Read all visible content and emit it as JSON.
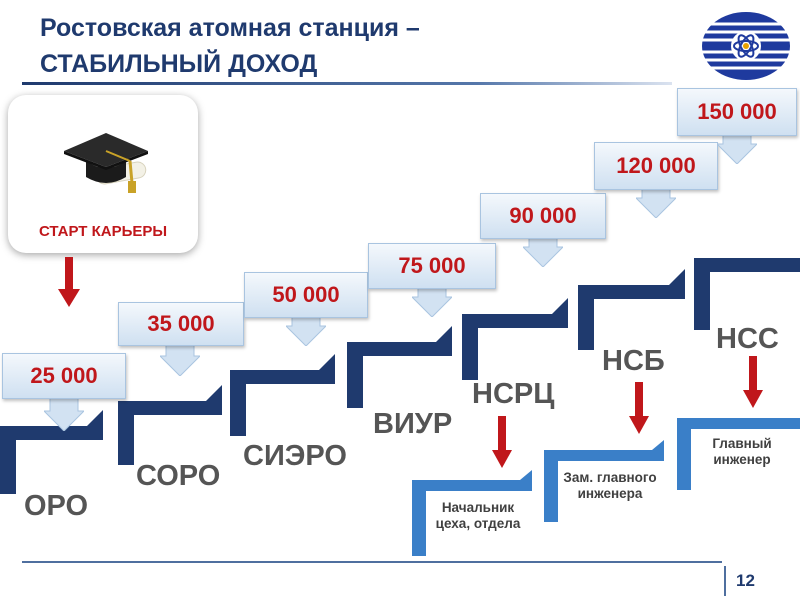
{
  "title": {
    "line1": "Ростовская атомная станция –",
    "line2": "СТАБИЛЬНЫЙ ДОХОД"
  },
  "start_card": {
    "label": "СТАРТ КАРЬЕРЫ",
    "icon": "graduation-cap-icon"
  },
  "salaries": [
    "25 000",
    "35 000",
    "50 000",
    "75 000",
    "90 000",
    "120 000",
    "150 000"
  ],
  "levels": [
    "ОРО",
    "СОРО",
    "СИЭРО",
    "ВИУР",
    "НСРЦ",
    "НСБ",
    "НСС"
  ],
  "positions": [
    {
      "text": "Начальник цеха, отдела"
    },
    {
      "text": "Зам. главного инженера"
    },
    {
      "text": "Главный инженер"
    }
  ],
  "page_number": "12",
  "colors": {
    "title": "#1f3a6e",
    "salary_text": "#c0171b",
    "step_dark": "#1f3a6e",
    "step_light": "#3a7fc8",
    "arrow": "#c0171b"
  }
}
